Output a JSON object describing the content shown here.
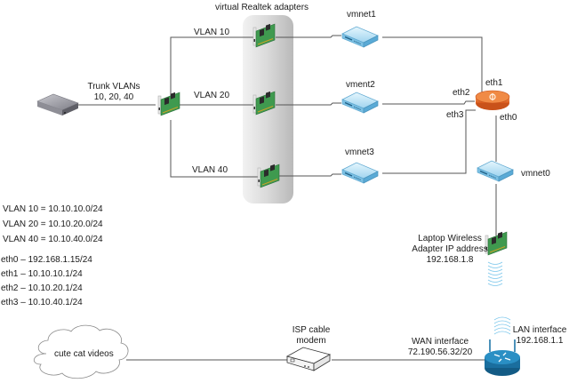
{
  "diagram": {
    "title": "virtual Realtek adapters",
    "trunk_label_line1": "Trunk VLANs",
    "trunk_label_line2": "10, 20, 40",
    "vlan_links": [
      {
        "label": "VLAN 10"
      },
      {
        "label": "VLAN 20"
      },
      {
        "label": "VLAN 40"
      }
    ],
    "switches": [
      {
        "label": "vmnet1"
      },
      {
        "label": "vment2"
      },
      {
        "label": "vmnet3"
      },
      {
        "label": "vmnet0"
      }
    ],
    "router_interfaces": {
      "eth1": "eth1",
      "eth2": "eth2",
      "eth3": "eth3",
      "eth0": "eth0"
    },
    "subnet_legend": [
      "VLAN 10 = 10.10.10.0/24",
      "VLAN 20 = 10.10.20.0/24",
      "VLAN 40 = 10.10.40.0/24"
    ],
    "interface_legend": [
      "eth0 – 192.168.1.15/24",
      "eth1 – 10.10.10.1/24",
      "eth2 – 10.10.20.1/24",
      "eth3 – 10.10.40.1/24"
    ],
    "laptop_adapter": {
      "line1": "Laptop Wireless",
      "line2": "Adapter IP address",
      "line3": "192.168.1.8"
    },
    "cloud_label": "cute cat videos",
    "modem": {
      "line1": "ISP cable",
      "line2": "modem"
    },
    "wan": {
      "line1": "WAN interface",
      "line2": "72.190.56.32/20"
    },
    "lan": {
      "line1": "LAN interface",
      "line2": "192.168.1.1"
    },
    "colors": {
      "link": "#555555",
      "switch": "#a9d8f0",
      "router_core": "#e8702a",
      "wifi_router": "#1f77a8",
      "nic_board": "#3f9a4f",
      "panel": "#d4d4d4"
    }
  }
}
